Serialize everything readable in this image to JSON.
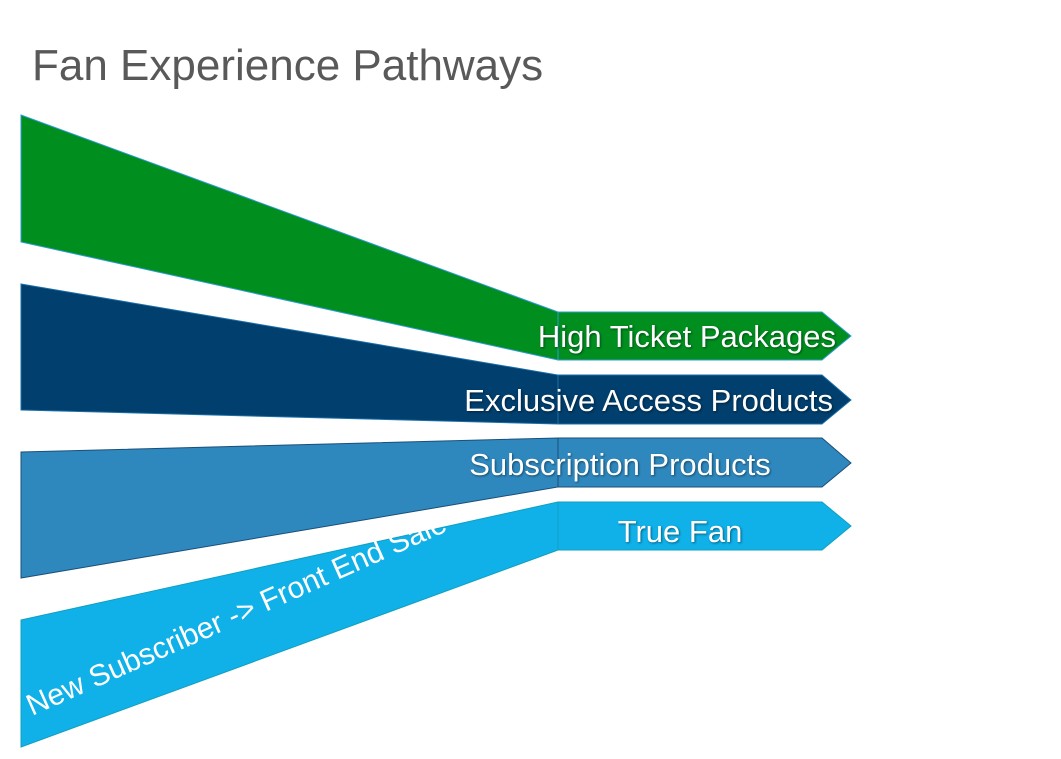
{
  "slide": {
    "title": "Fan Experience Pathways"
  },
  "pathways": [
    {
      "id": "high-ticket",
      "label": "High Ticket Packages",
      "color": "#008E1F",
      "stroke": "#2E9BD6"
    },
    {
      "id": "exclusive-access",
      "label": "Exclusive Access Products",
      "color": "#003F6E",
      "stroke": "#1C6FA8"
    },
    {
      "id": "subscription",
      "label": "Subscription Products",
      "color": "#2E88BE",
      "stroke": "#1A4F7A"
    },
    {
      "id": "true-fan",
      "label": "True Fan",
      "color": "#10B0E8",
      "stroke": "#10A0C0"
    }
  ],
  "entry_label": "New Subscriber -> Front End Sale"
}
